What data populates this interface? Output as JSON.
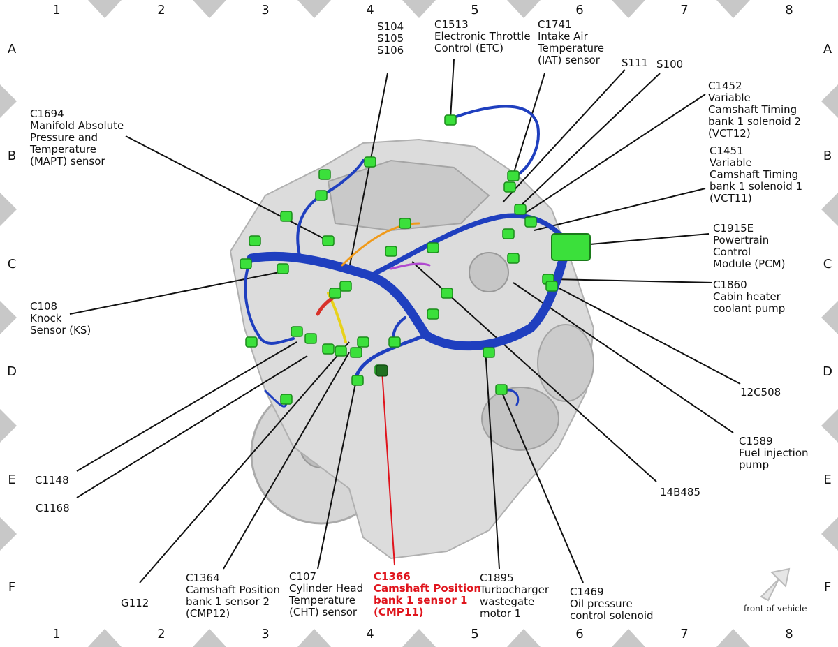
{
  "grid": {
    "cols": [
      "1",
      "2",
      "3",
      "4",
      "5",
      "6",
      "7",
      "8"
    ],
    "rows": [
      "A",
      "B",
      "C",
      "D",
      "E",
      "F"
    ]
  },
  "labels": {
    "s104": "S104\nS105\nS106",
    "c1513": "C1513\nElectronic Throttle\nControl (ETC)",
    "c1741": "C1741\nIntake Air\nTemperature\n(IAT) sensor",
    "s111": "S111",
    "s100": "S100",
    "c1452": "C1452\nVariable\nCamshaft Timing\nbank 1 solenoid 2\n(VCT12)",
    "c1451": "C1451\nVariable\nCamshaft Timing\nbank 1 solenoid 1\n(VCT11)",
    "c1694": "C1694\nManifold Absolute\nPressure and\nTemperature\n(MAPT) sensor",
    "c1915e": "C1915E\nPowertrain\nControl\nModule (PCM)",
    "c1860": "C1860\nCabin heater\ncoolant pump",
    "c108": "C108\nKnock\nSensor (KS)",
    "c12c508": "12C508",
    "c1589": "C1589\nFuel injection\npump",
    "c14b485": "14B485",
    "c1148": "C1148",
    "c1168": "C1168",
    "g112": "G112",
    "c1364": "C1364\nCamshaft Position\nbank 1 sensor 2\n(CMP12)",
    "c107": "C107\nCylinder Head\nTemperature\n(CHT) sensor",
    "c1366": "C1366\nCamshaft Position\nbank 1 sensor 1\n(CMP11)",
    "c1895": "C1895\nTurbocharger\nwastegate\nmotor 1",
    "c1469": "C1469\nOil pressure\ncontrol solenoid"
  },
  "front_of_vehicle": "front of vehicle",
  "colors": {
    "harness": "#1f3fbf",
    "connector": "#3be03b",
    "highlight": "#e0141c",
    "engine": "#cfcfcf",
    "border_triangle": "#c8c8c8"
  }
}
